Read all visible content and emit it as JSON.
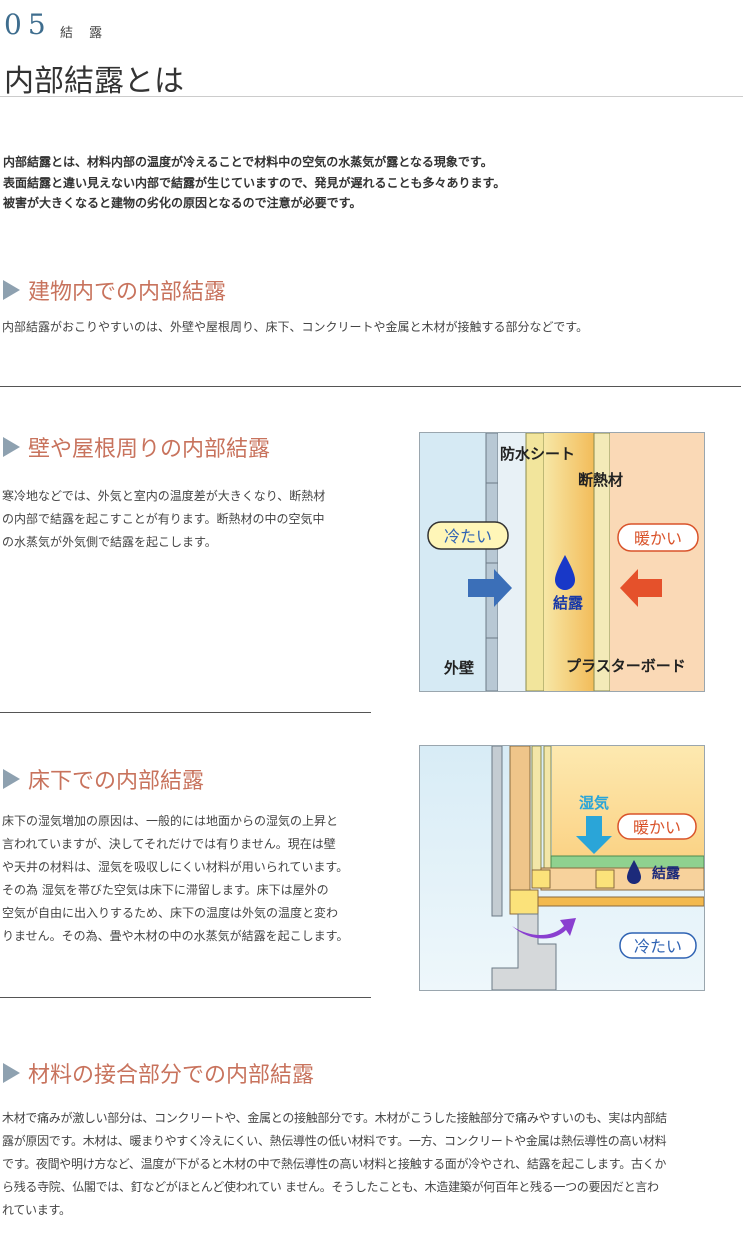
{
  "header": {
    "number": "05",
    "subtitle": "結 露",
    "title": "内部結露とは"
  },
  "intro": {
    "lines": [
      "内部結露とは、材料内部の温度が冷えることで材料中の空気の水蒸気が露となる現象です。",
      "表面結露と違い見えない内部で結露が生じていますので、発見が遅れることも多々あります。",
      "被害が大きくなると建物の劣化の原因となるので注意が必要です。"
    ]
  },
  "sections": [
    {
      "heading": "建物内での内部結露",
      "lines": [
        "内部結露がおこりやすいのは、外壁や屋根周り、床下、コンクリートや金属と木材が接触する部分などです。"
      ]
    },
    {
      "heading": "壁や屋根周りの内部結露",
      "lines": [
        "寒冷地などでは、外気と室内の温度差が大きくなり、断熱材",
        "の内部で結露を起こすことが有ります。断熱材の中の空気中",
        "の水蒸気が外気側で結露を起こします。"
      ],
      "diagram": {
        "labels": {
          "waterproof": "防水シート",
          "insulation": "断熱材",
          "cold": "冷たい",
          "warm": "暖かい",
          "condensation": "結露",
          "outer_wall": "外壁",
          "plaster": "プラスターボード"
        }
      }
    },
    {
      "heading": "床下での内部結露",
      "lines": [
        "床下の湿気増加の原因は、一般的には地面からの湿気の上昇と",
        "言われていますが、決してそれだけでは有りません。現在は壁",
        "や天井の材料は、湿気を吸収しにくい材料が用いられています。",
        "その為 湿気を帯びた空気は床下に滞留します。床下は屋外の",
        "空気が自由に出入りするため、床下の温度は外気の温度と変わ",
        "りません。その為、畳や木材の中の水蒸気が結露を起こします。"
      ],
      "diagram": {
        "labels": {
          "humidity": "湿気",
          "warm": "暖かい",
          "condensation": "結露",
          "cold": "冷たい"
        }
      }
    },
    {
      "heading": "材料の接合部分での内部結露",
      "lines": [
        "木材で痛みが激しい部分は、コンクリートや、金属との接触部分です。木材がこうした接触部分で痛みやすいのも、実は内部結",
        "露が原因です。木材は、暖まりやすく冷えにくい、熱伝導性の低い材料です。一方、コンクリートや金属は熱伝導性の高い材料",
        "です。夜間や明け方など、温度が下がると木材の中で熱伝導性の高い材料と接触する面が冷やされ、結露を起こします。古くか",
        "ら残る寺院、仏閣では、釘などがほとんど使われてい ません。そうしたことも、木造建築が何百年と残る一つの要因だと言わ",
        "れています。"
      ]
    }
  ],
  "colors": {
    "accent": "#c8735d",
    "number": "#3e6d8e",
    "triangle": "#8ea1b0"
  }
}
